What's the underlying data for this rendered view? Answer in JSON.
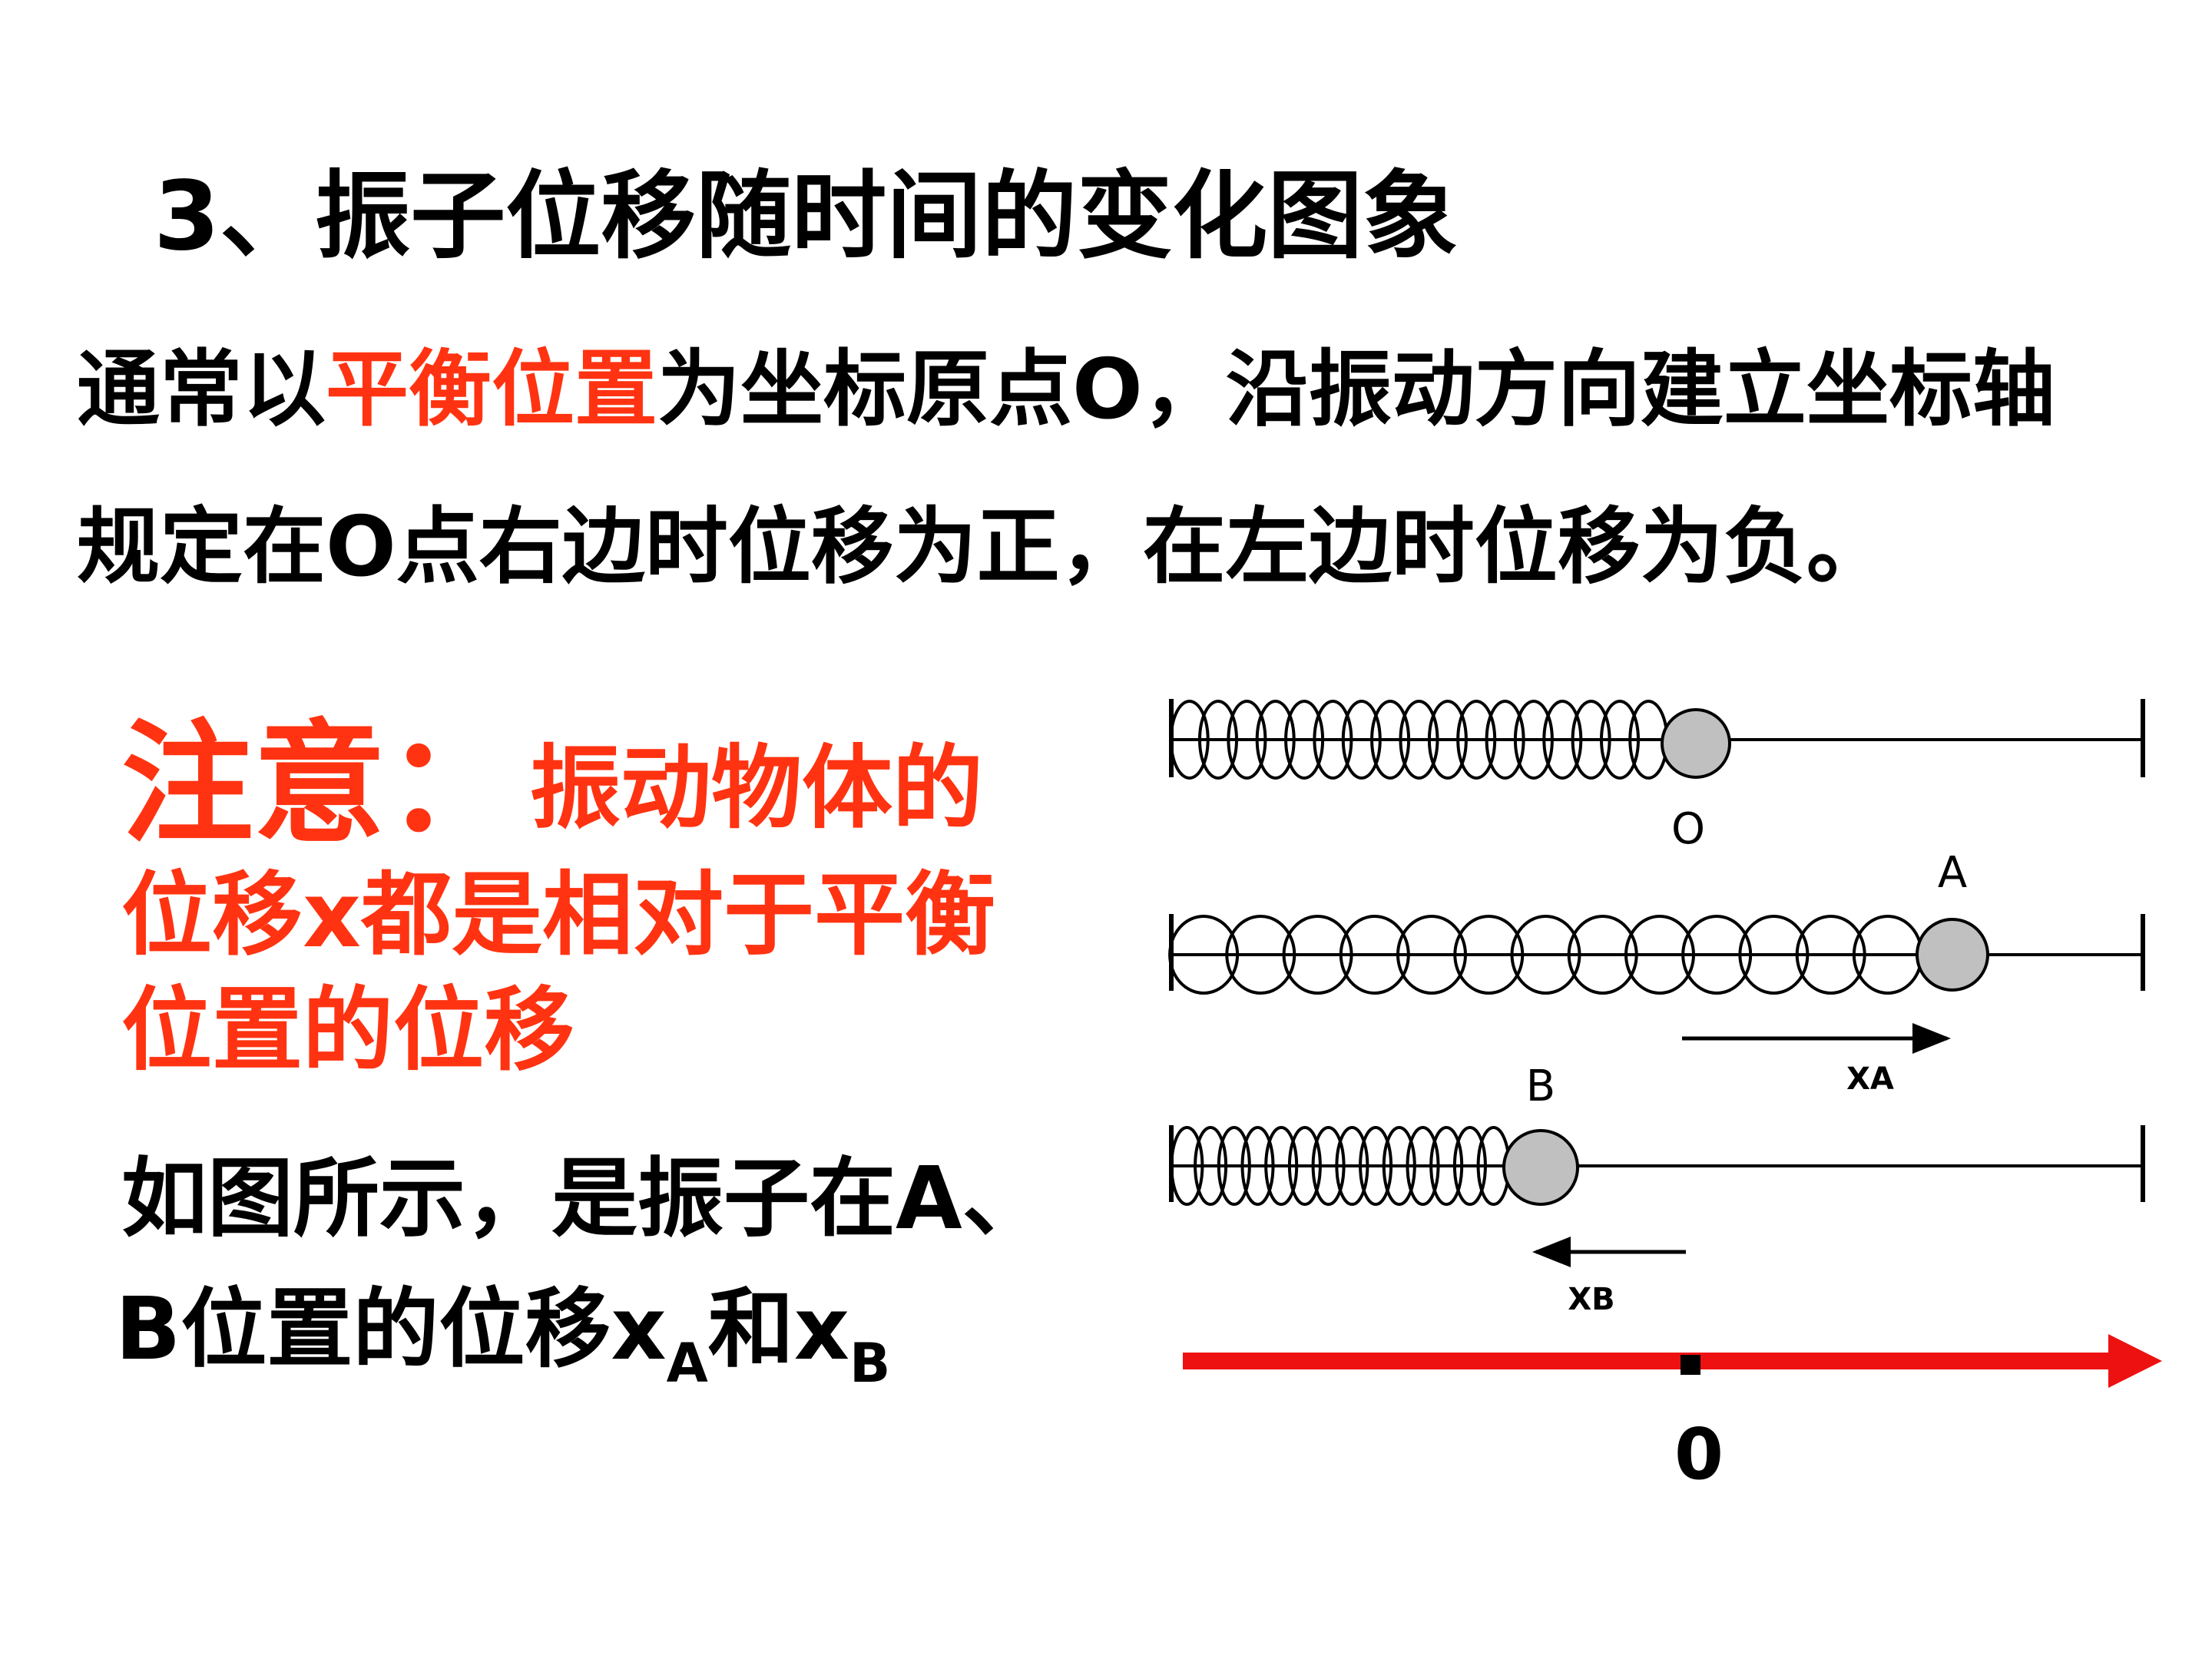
{
  "title": "3、振子位移随时间的变化图象",
  "paragraph": {
    "line1_before": "通常以",
    "line1_highlight": "平衡位置",
    "line1_after": "为坐标原点O，沿振动方向建立坐标轴",
    "line2": "规定在O点右边时位移为正，在左边时位移为负。"
  },
  "note": {
    "heading": "注意：",
    "line1": "振动物体的",
    "line2": "位移x都是相对于平衡",
    "line3": "位置的位移"
  },
  "figure_caption": {
    "line1": "如图所示，是振子在A、",
    "line2_a": "B位置的位移x",
    "sub_a": "A",
    "mid": "和x",
    "sub_b": "B"
  },
  "diagram": {
    "label_o": "O",
    "label_a": "A",
    "label_b": "B",
    "label_xa": "XA",
    "label_xb": "XB",
    "axis_origin_label": "0",
    "colors": {
      "axis": "#ee1111",
      "highlight": "#ff3311",
      "ball": "#c0c0c0"
    }
  }
}
